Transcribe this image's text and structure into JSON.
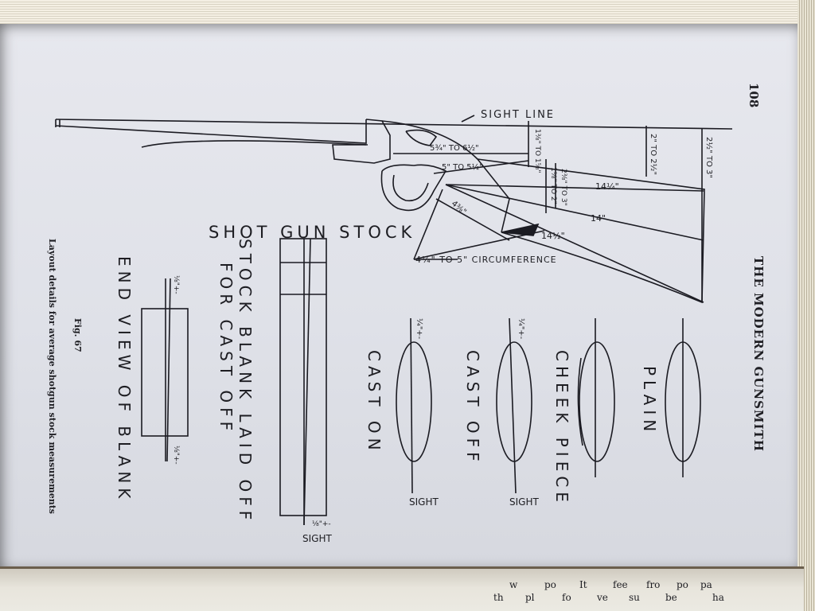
{
  "header": {
    "page_number": "108",
    "running_title": "THE MODERN GUNSMITH"
  },
  "caption": {
    "fig": "Fig. 67",
    "text": "Layout details for average shotgun stock measurements"
  },
  "diagram": {
    "title": "SHOT GUN STOCK",
    "sight_line": "SIGHT LINE",
    "dims": {
      "grip_length": "5¾\" TO 6½\"",
      "trigger_to_grip": "5\" TO 5½\"",
      "drop_comb_upper": "1⅜\" TO 1⅝\"",
      "drop_heel_mid": "2\" TO 2½\"",
      "drop_heel": "2½\" TO 3\"",
      "drop_comb_lower": "1⅝\" TO 2\"",
      "drop_comb_low2": "2⅜\" TO 3\"",
      "length_upper": "14¼\"",
      "length_mid": "14\"",
      "length_lower": "14½\"",
      "grip_small": "4⅜\"",
      "circumference": "4¼\" TO 5\" CIRCUMFERENCE"
    },
    "sections": {
      "plain": "PLAIN",
      "cheek_piece": "CHEEK PIECE",
      "cast_off": "CAST OFF",
      "cast_on": "CAST ON",
      "sight": "SIGHT",
      "cast_mark": "¼\"+-",
      "blank_title": "STOCK BLANK LAID OFF FOR CAST OFF",
      "blank_line1": "STOCK BLANK LAID OFF",
      "blank_line2": "FOR CAST OFF",
      "end_view": "END VIEW OF BLANK",
      "blank_mark": "⅛\"+-"
    }
  },
  "facing_page_text": [
    "pa",
    "ha",
    "po",
    "be",
    "fro",
    "su",
    "fee",
    "ve",
    "It",
    "fo",
    "po",
    "pl",
    "w",
    "th"
  ]
}
